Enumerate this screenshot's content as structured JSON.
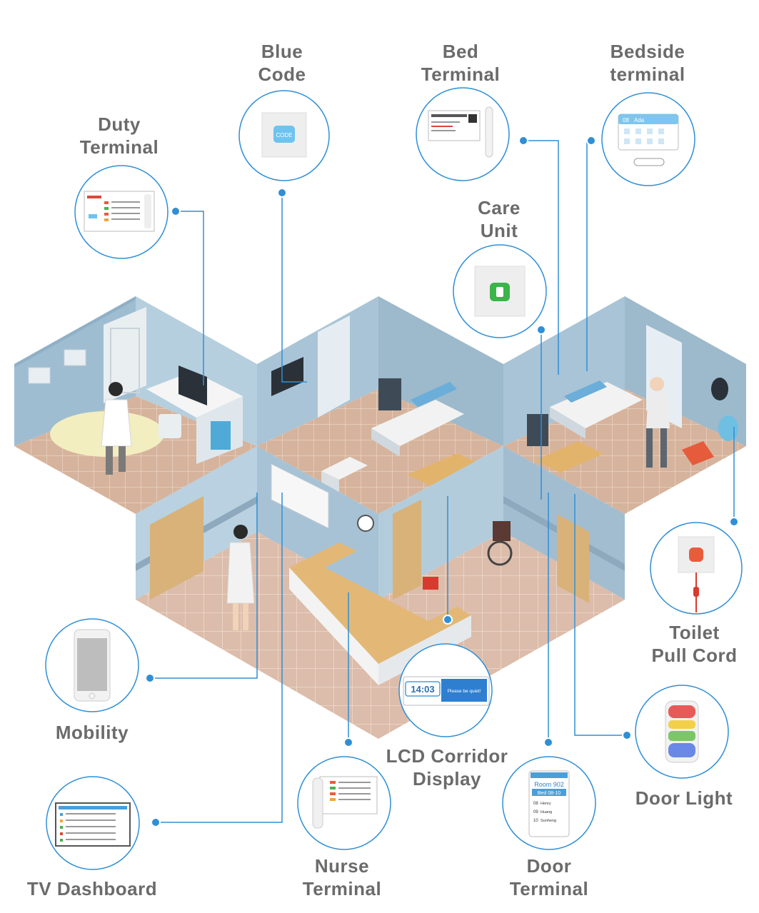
{
  "labels": {
    "blue_code": [
      "Blue",
      "Code"
    ],
    "bed_terminal": [
      "Bed",
      "Terminal"
    ],
    "bedside_terminal": [
      "Bedside",
      "terminal"
    ],
    "duty_terminal": [
      "Duty",
      "Terminal"
    ],
    "care_unit": [
      "Care",
      "Unit"
    ],
    "toilet_pull_cord": [
      "Toilet",
      "Pull Cord"
    ],
    "mobility": [
      "Mobility"
    ],
    "lcd_corridor_display": [
      "LCD Corridor",
      "Display"
    ],
    "door_light": [
      "Door Light"
    ],
    "tv_dashboard": [
      "TV Dashboard"
    ],
    "nurse_terminal": [
      "Nurse",
      "Terminal"
    ],
    "door_terminal": [
      "Door",
      "Terminal"
    ]
  },
  "devices": {
    "blue_code_text": "CODE",
    "corridor_time": "14:03",
    "corridor_message": "Please be quiet!",
    "door_room": "Room 902",
    "door_bed": "Bed 08-10",
    "door_beds": [
      {
        "num": "08",
        "name": "Henry"
      },
      {
        "num": "09",
        "name": "Huang"
      },
      {
        "num": "10",
        "name": "Sunheng"
      }
    ],
    "bedside_room": "08",
    "bedside_name": "Ada"
  },
  "colors": {
    "accent": "#2f8fd6",
    "label": "#6b6b6b",
    "wall": "#a9c4d6",
    "floor": "#d9b8a3",
    "desk": "#e3b877"
  }
}
